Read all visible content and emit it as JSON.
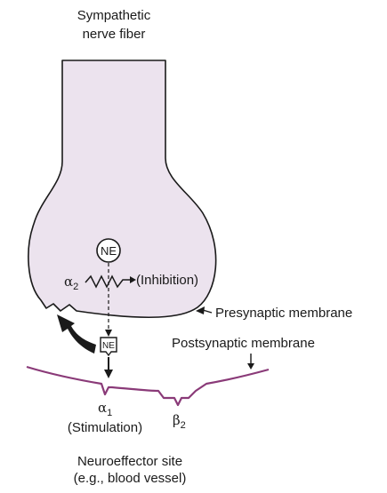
{
  "labels": {
    "fiber_line1": "Sympathetic",
    "fiber_line2": "nerve fiber",
    "ne_terminal": "NE",
    "ne_released": "NE",
    "alpha2_symbol": "α",
    "alpha2_sub": "2",
    "inhibition": "(Inhibition)",
    "presynaptic": "Presynaptic membrane",
    "postsynaptic": "Postsynaptic membrane",
    "alpha1_symbol": "α",
    "alpha1_sub": "1",
    "beta2_symbol": "β",
    "beta2_sub": "2",
    "stimulation": "(Stimulation)",
    "site_line1": "Neuroeffector site",
    "site_line2": "(e.g., blood vessel)"
  },
  "colors": {
    "terminal_fill": "#ece3ee",
    "outline": "#1a1a1a",
    "postsynaptic_membrane": "#8a3a78"
  }
}
